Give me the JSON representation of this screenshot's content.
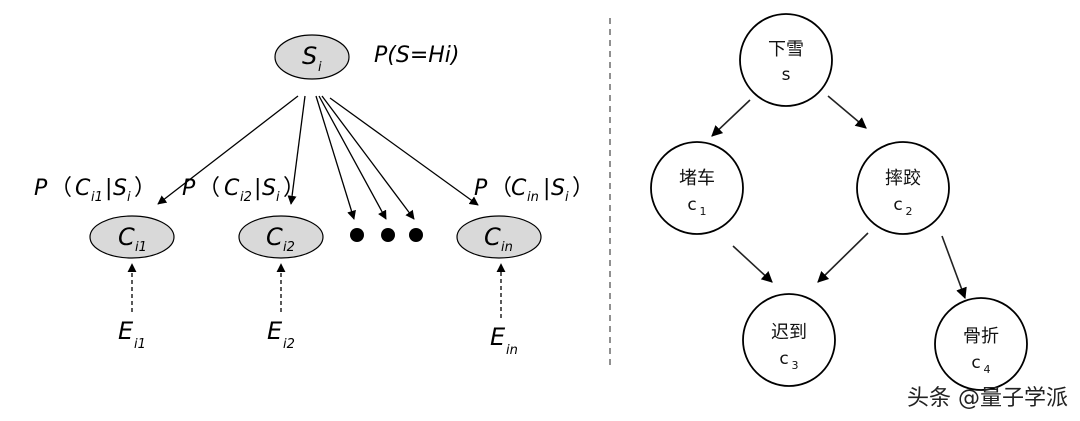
{
  "left_diagram": {
    "root": {
      "base": "S",
      "sub": "i"
    },
    "root_prob": "P(S=Hi)",
    "children": [
      {
        "base": "C",
        "sub": "i1",
        "evidence": {
          "base": "E",
          "sub": "i1"
        },
        "prob": {
          "p": "P",
          "open": "（",
          "c": "C",
          "csub": "i1",
          "bar": "|",
          "s": "S",
          "ssub": "i",
          "close": "）"
        }
      },
      {
        "base": "C",
        "sub": "i2",
        "evidence": {
          "base": "E",
          "sub": "i2"
        },
        "prob": {
          "p": "P",
          "open": "（",
          "c": "C",
          "csub": "i2",
          "bar": "|",
          "s": "S",
          "ssub": "i",
          "close": "）"
        }
      },
      {
        "base": "C",
        "sub": "in",
        "evidence": {
          "base": "E",
          "sub": "in"
        },
        "prob": {
          "p": "P",
          "open": "（",
          "c": "C",
          "csub": "in",
          "bar": "|",
          "s": "S",
          "ssub": "i",
          "close": "）"
        }
      }
    ],
    "ellipsis_dots": 3
  },
  "right_diagram": {
    "nodes": {
      "snow": {
        "label": "下雪",
        "var": "s",
        "varsub": ""
      },
      "jam": {
        "label": "堵车",
        "var": "c",
        "varsub": "1"
      },
      "fall": {
        "label": "摔跤",
        "var": "c",
        "varsub": "2"
      },
      "late": {
        "label": "迟到",
        "var": "c",
        "varsub": "3"
      },
      "break": {
        "label": "骨折",
        "var": "c",
        "varsub": "4"
      }
    },
    "edges": [
      [
        "snow",
        "jam"
      ],
      [
        "snow",
        "fall"
      ],
      [
        "jam",
        "late"
      ],
      [
        "fall",
        "late"
      ],
      [
        "fall",
        "break"
      ]
    ]
  },
  "watermark": "头条 @量子学派",
  "colors": {
    "node_fill": "#d9d9d9",
    "stroke": "#000000",
    "divider": "#555555"
  }
}
